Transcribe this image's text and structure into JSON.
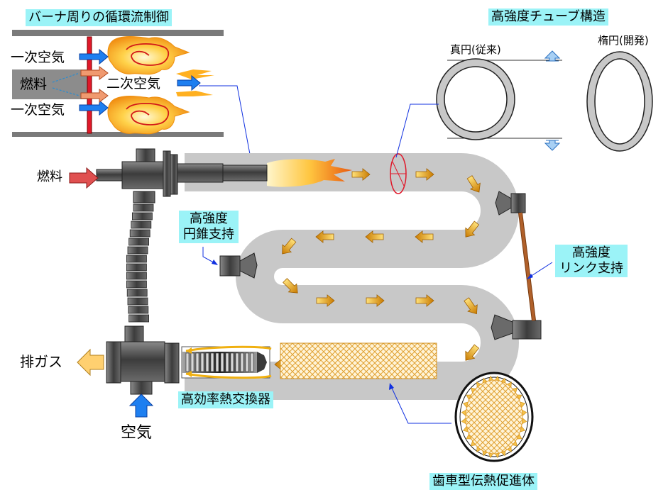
{
  "captions": {
    "burner_circulation": "バーナ周りの循環流制御",
    "tube_structure": "高強度チューブ構造",
    "cone_support_line1": "高強度",
    "cone_support_line2": "円錐支持",
    "link_support_line1": "高強度",
    "link_support_line2": "リンク支持",
    "heat_exchanger": "高効率熱交換器",
    "gear_promoter": "歯車型伝熱促進体"
  },
  "inset": {
    "primary_air_top": "一次空気",
    "fuel": "燃料",
    "secondary_air": "二次空気",
    "primary_air_bottom": "一次空気"
  },
  "tube_labels": {
    "round": "真円(従来)",
    "elliptic": "楕円(開発)"
  },
  "main_labels": {
    "fuel": "燃料",
    "exhaust": "排ガス",
    "air": "空気"
  },
  "colors": {
    "caption_bg": "#9bf3f7",
    "tube_gray": "#c8c8c8",
    "metal_dark": "#5a5a5a",
    "flow_arrow": "#f0b010",
    "fuel_arrow": "#e05050",
    "air_arrow": "#1e7ff0",
    "leader_line": "#1030e0",
    "link_rod": "#b0602a"
  }
}
